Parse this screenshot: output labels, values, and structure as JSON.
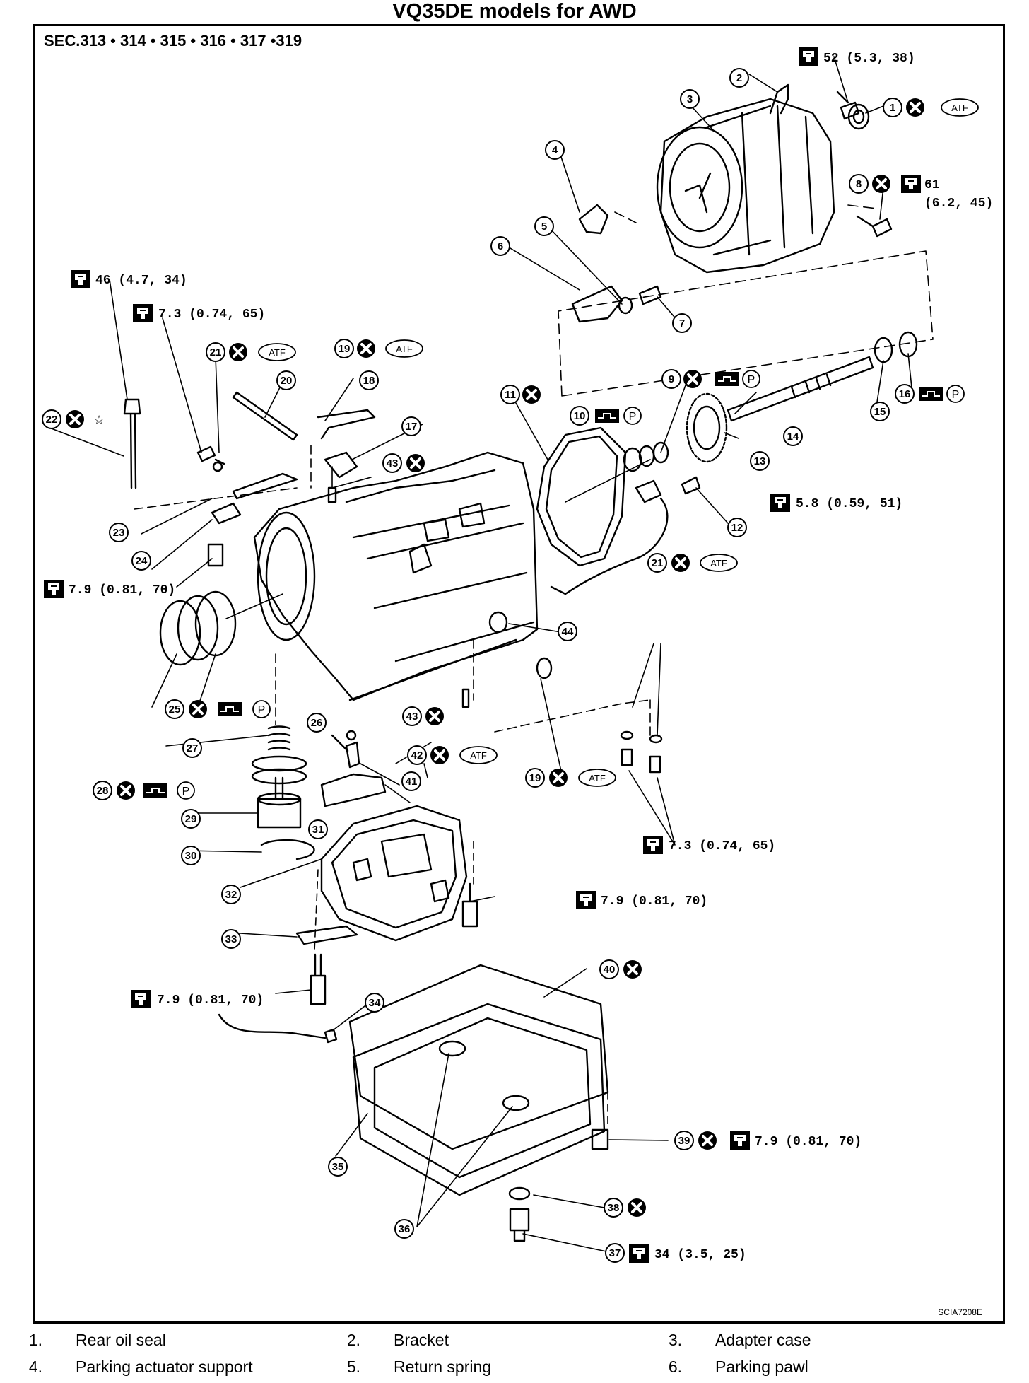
{
  "title": "VQ35DE models for AWD",
  "sections": "SEC.313 • 314 • 315 • 316 • 317 •319",
  "figure_code": "SCIA7208E",
  "icons": {
    "torque": "torque-wrench-icon",
    "replace": "do-not-reuse-icon",
    "atf": "ATF",
    "petroleum_jelly": "petroleum-jelly-icon",
    "p_label": "P",
    "star": "☆"
  },
  "torque_labels": {
    "t52": "52  (5.3,  38)",
    "t61a": "61",
    "t61b": "(6.2,  45)",
    "t46": "46  (4.7,  34)",
    "t73a": "7.3  (0.74,  65)",
    "t58": "5.8  (0.59,  51)",
    "t79a": "7.9  (0.81,  70)",
    "t73b": "7.3  (0.74,  65)",
    "t79b": "7.9  (0.81,  70)",
    "t79c": "7.9  (0.81,  70)",
    "t79d": "7.9  (0.81,  70)",
    "t34": "34  (3.5,  25)"
  },
  "callouts": [
    "1",
    "2",
    "3",
    "4",
    "5",
    "6",
    "7",
    "8",
    "9",
    "10",
    "11",
    "12",
    "13",
    "14",
    "15",
    "16",
    "17",
    "18",
    "19",
    "19",
    "20",
    "21",
    "21",
    "22",
    "23",
    "24",
    "25",
    "26",
    "27",
    "28",
    "29",
    "30",
    "31",
    "32",
    "33",
    "34",
    "35",
    "36",
    "37",
    "38",
    "39",
    "40",
    "41",
    "42",
    "43",
    "43",
    "44"
  ],
  "legend": [
    {
      "num": "1.",
      "name": "Rear oil seal"
    },
    {
      "num": "2.",
      "name": "Bracket"
    },
    {
      "num": "3.",
      "name": "Adapter case"
    },
    {
      "num": "4.",
      "name": "Parking actuator support"
    },
    {
      "num": "5.",
      "name": "Return spring"
    },
    {
      "num": "6.",
      "name": "Parking pawl"
    }
  ]
}
